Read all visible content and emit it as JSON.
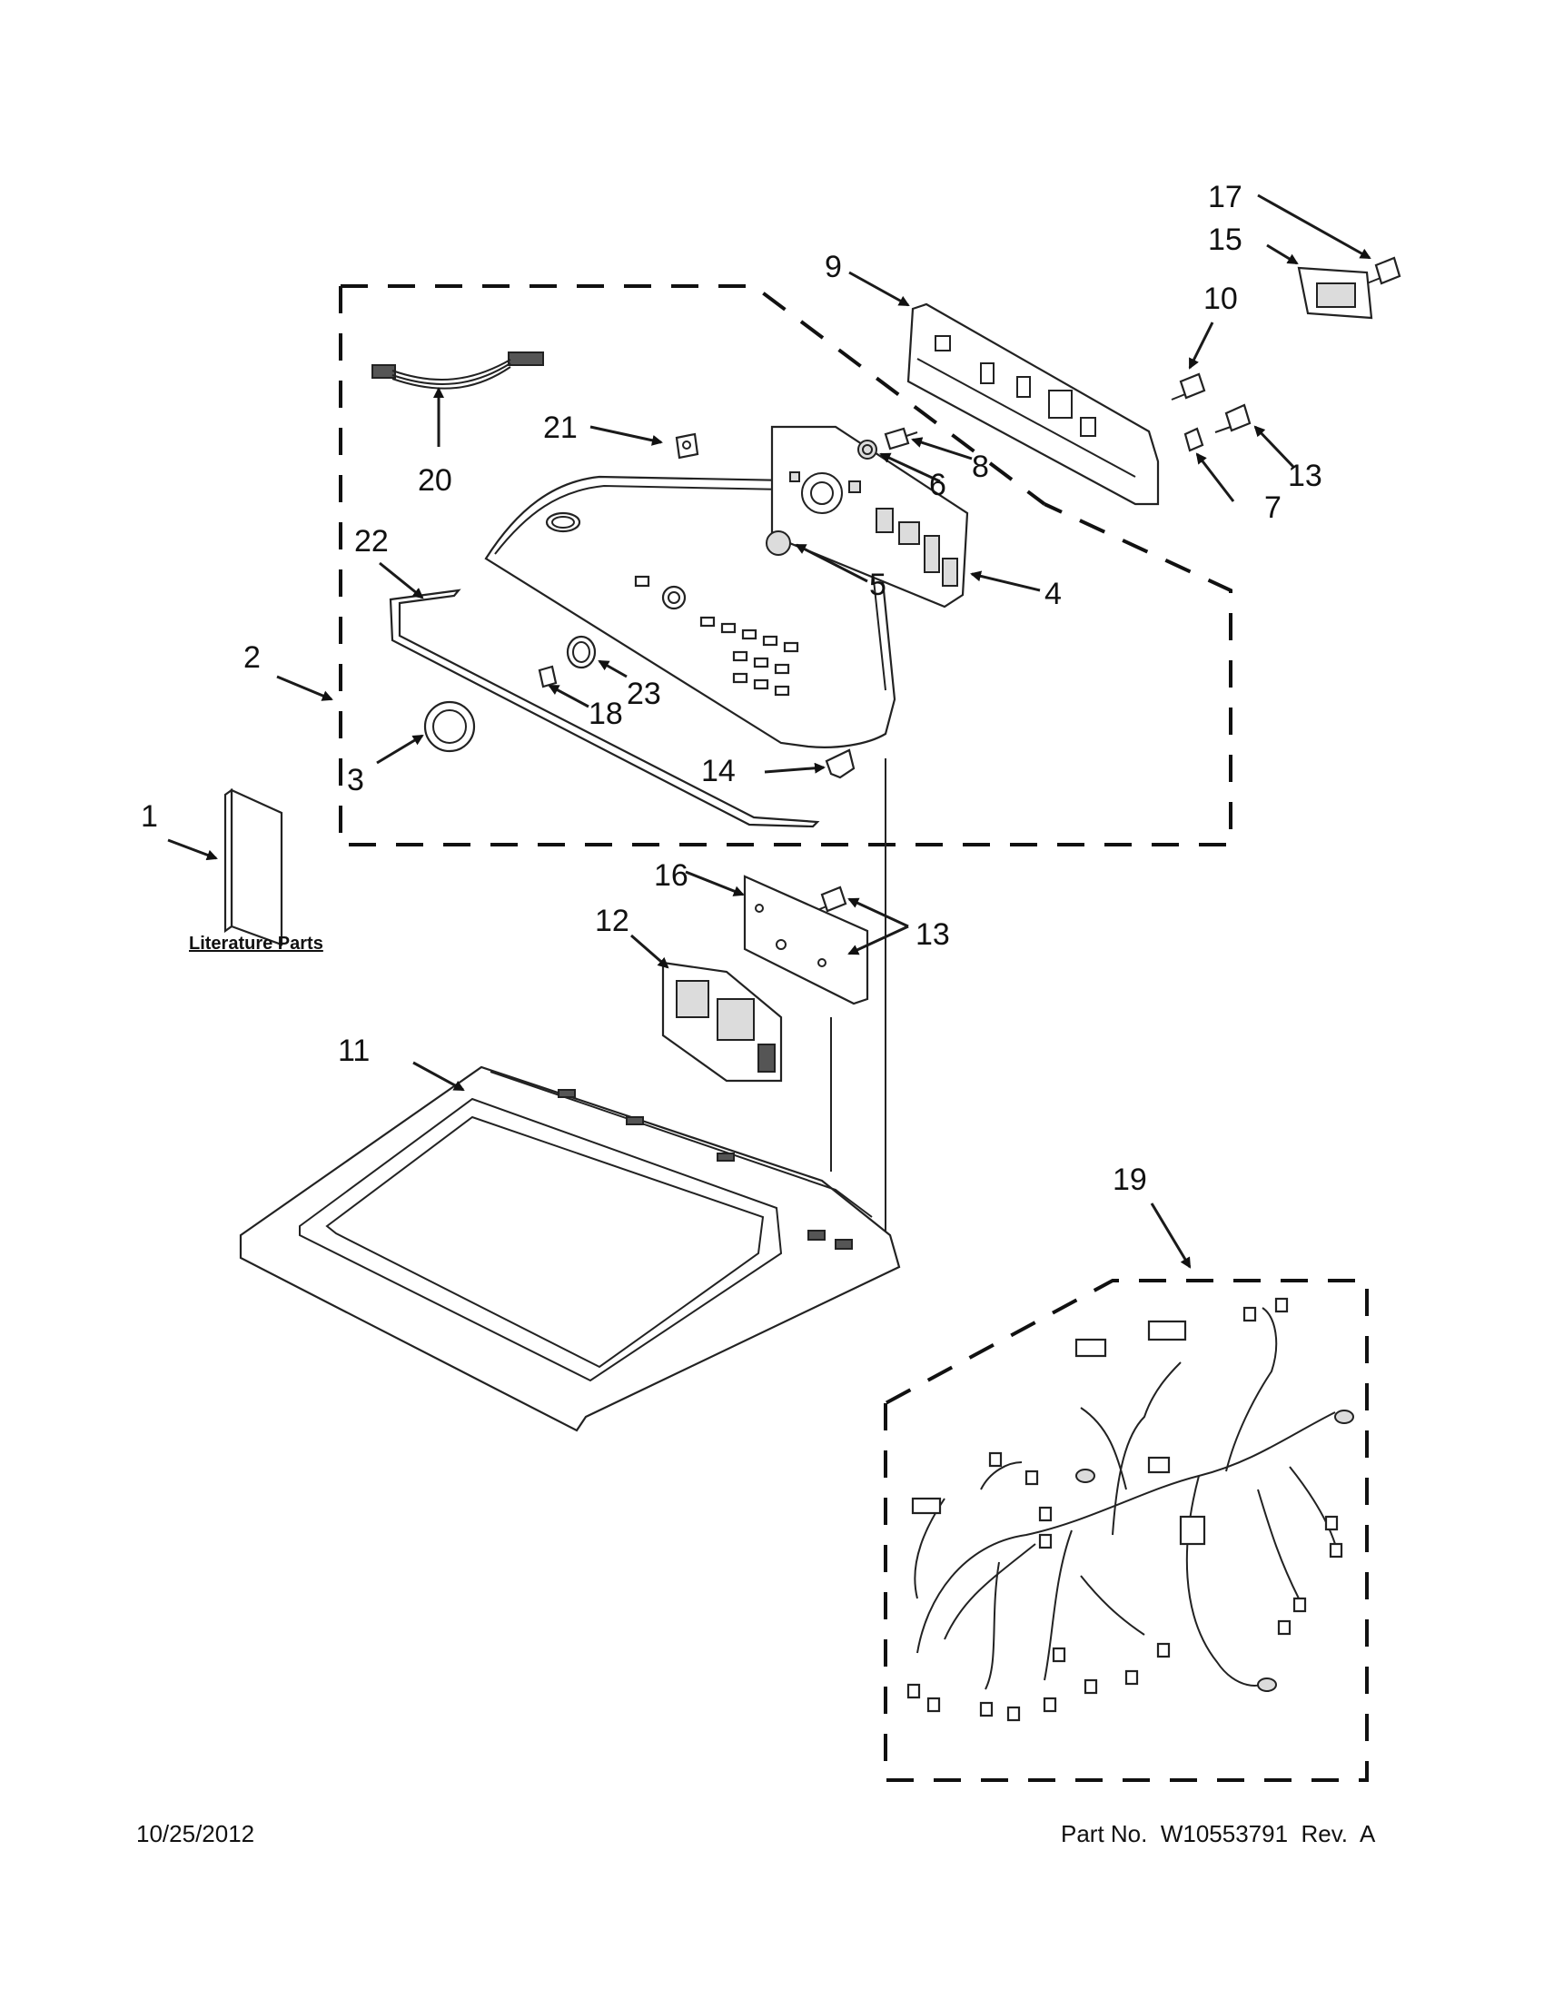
{
  "callouts": {
    "c1": "1",
    "c2": "2",
    "c3": "3",
    "c4": "4",
    "c5": "5",
    "c6": "6",
    "c7": "7",
    "c8": "8",
    "c9": "9",
    "c10": "10",
    "c11": "11",
    "c12": "12",
    "c13a": "13",
    "c13b": "13",
    "c14": "14",
    "c15": "15",
    "c16": "16",
    "c17": "17",
    "c18": "18",
    "c19": "19",
    "c20": "20",
    "c21": "21",
    "c22": "22",
    "c23": "23"
  },
  "literature_label": "Literature Parts",
  "footer": {
    "date": "10/25/2012",
    "part_number": "Part No.  W10553791  Rev.  A"
  }
}
